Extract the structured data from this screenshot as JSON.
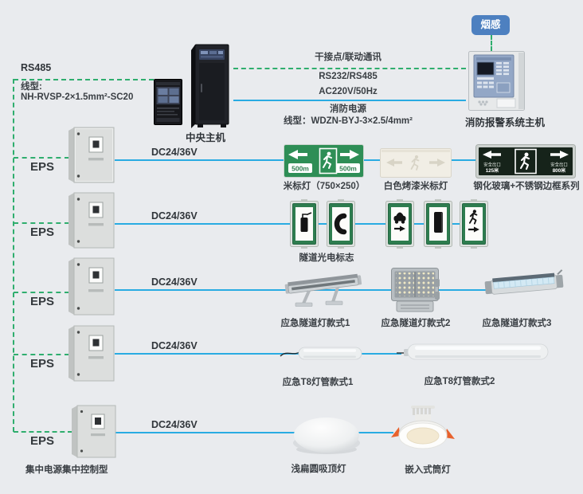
{
  "palette": {
    "line_green": "#2fae6e",
    "line_blue": "#29abe2",
    "smoke_bg": "#4d80c0",
    "sign_green": "#2e8e56",
    "sign_dark": "#16231a",
    "background": "#e9ebee"
  },
  "left_column": {
    "rs485_label": "RS485",
    "cable_spec_title": "线型:",
    "cable_spec_value": "NH-RVSP-2×1.5mm²-SC20",
    "eps_label": "EPS",
    "controller_type_label": "集中电源集中控制型"
  },
  "hosts": {
    "central_host_label": "中央主机",
    "fire_alarm_host_label": "消防报警系统主机",
    "smoke_detector_label": "烟感"
  },
  "bus_links": {
    "dry_contact": "干接点/联动通讯",
    "serial": "RS232/RS485",
    "ac_power": "AC220V/50Hz",
    "fire_power": "消防电源",
    "fire_cable_spec": "线型：WDZN-BYJ-3×2.5/4mm²",
    "dc_output": "DC24/36V"
  },
  "device_labels": {
    "row1": [
      "米标灯（750×250）",
      "白色烤漆米标灯",
      "钢化玻璃+不锈钢边框系列"
    ],
    "row2": [
      "隧道光电标志"
    ],
    "row3": [
      "应急隧道灯款式1",
      "应急隧道灯款式2",
      "应急隧道灯款式3"
    ],
    "row4": [
      "应急T8灯管款式1",
      "应急T8灯管款式2"
    ],
    "row5": [
      "浅扁圆吸顶灯",
      "嵌入式筒灯"
    ]
  },
  "sign_texts": {
    "meter_500": "500m",
    "exit_text": "安全出口",
    "exit_dist_near": "125米",
    "exit_dist_far": "800米"
  }
}
